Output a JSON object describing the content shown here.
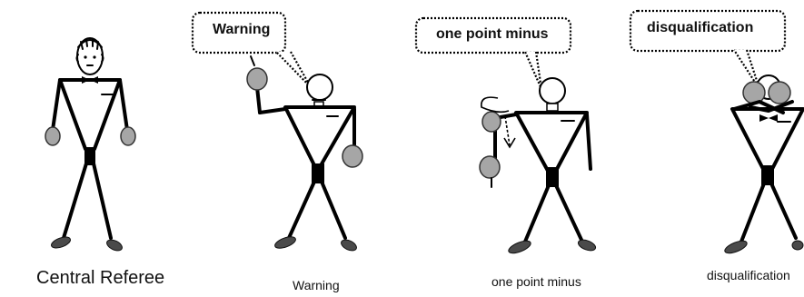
{
  "figures": [
    {
      "id": "central-referee",
      "caption": "Central Referee",
      "bubble": ""
    },
    {
      "id": "warning",
      "caption": "Warning",
      "bubble": "Warning"
    },
    {
      "id": "one-point-minus",
      "caption": "one point minus",
      "bubble": "one point minus"
    },
    {
      "id": "disqualification",
      "caption": "disqualification",
      "bubble": "disqualification"
    }
  ],
  "colors": {
    "line": "#000000",
    "fist": "#a6a6a6",
    "background": "#ffffff"
  }
}
